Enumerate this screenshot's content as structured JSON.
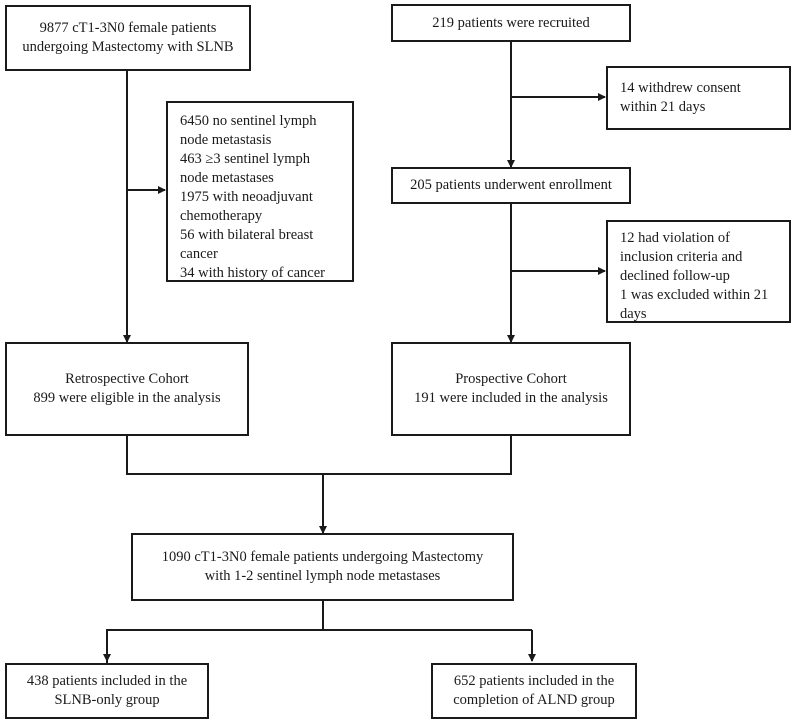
{
  "retrospective_arm": {
    "source": [
      "9877 cT1-3N0 female patients",
      "undergoing Mastectomy with SLNB"
    ],
    "exclusions": [
      "6450 no sentinel lymph",
      "node metastasis",
      "463 ≥3 sentinel lymph",
      "node metastases",
      "1975 with neoadjuvant",
      "chemotherapy",
      "56 with bilateral breast",
      "cancer",
      "34 with history of cancer"
    ],
    "cohort": [
      "Retrospective Cohort",
      "899 were eligible in the analysis"
    ]
  },
  "prospective_arm": {
    "recruited": "219 patients were recruited",
    "withdrew": [
      "14 withdrew consent",
      "within 21 days"
    ],
    "enrolled": "205 patients underwent enrollment",
    "excluded": [
      "12 had violation of",
      "inclusion criteria and",
      "declined follow-up",
      "1 was excluded within 21",
      "days"
    ],
    "cohort": [
      "Prospective Cohort",
      "191 were included in the analysis"
    ]
  },
  "combined": [
    "1090 cT1-3N0 female patients undergoing Mastectomy",
    "with 1-2 sentinel lymph node metastases"
  ],
  "groups": {
    "slnb_only": [
      "438 patients included in the",
      "SLNB-only group"
    ],
    "alnd": [
      "652 patients included in the",
      "completion of ALND group"
    ]
  }
}
